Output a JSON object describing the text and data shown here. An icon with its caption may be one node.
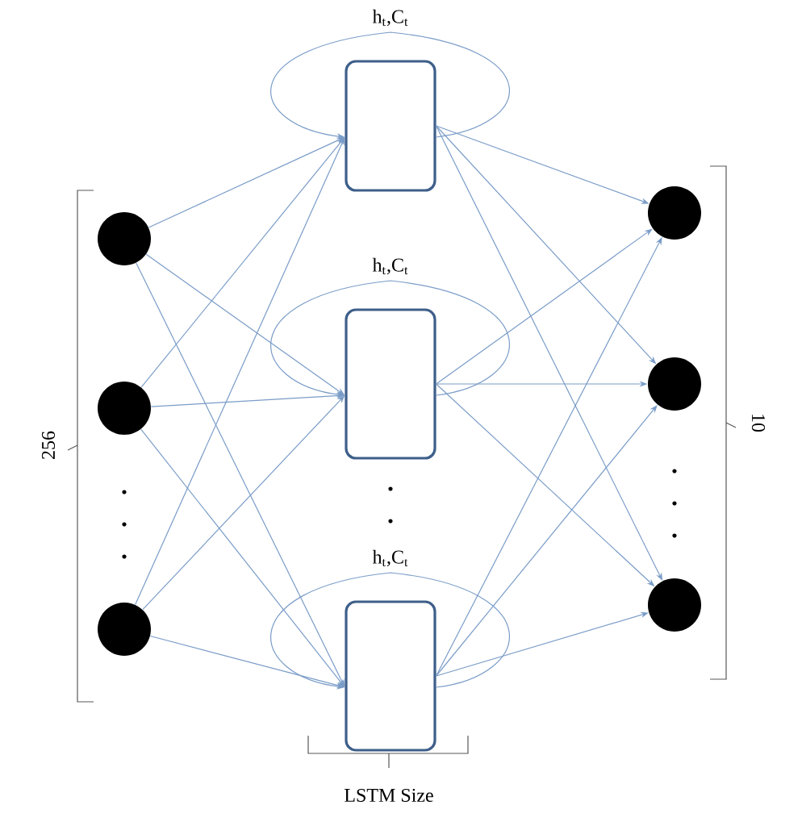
{
  "diagram": {
    "nodes": [
      {
        "text": [],
        "shape": "circle"
      },
      {
        "text": [],
        "shape": "circle"
      },
      {
        "text": [],
        "shape": "circle"
      },
      {
        "text": [],
        "shape": "box"
      },
      {
        "text": [],
        "shape": "box"
      },
      {
        "text": [],
        "shape": "box"
      },
      {
        "text": [],
        "shape": "circle"
      },
      {
        "text": [],
        "shape": "circle"
      },
      {
        "text": [],
        "shape": "circle"
      }
    ],
    "edges": [
      {
        "from": 0,
        "to": 3,
        "arrow": "to"
      },
      {
        "from": 0,
        "to": 4,
        "arrow": "to"
      },
      {
        "from": 0,
        "to": 5,
        "arrow": "to"
      },
      {
        "from": 1,
        "to": 3,
        "arrow": "to"
      },
      {
        "from": 1,
        "to": 4,
        "arrow": "to"
      },
      {
        "from": 1,
        "to": 5,
        "arrow": "to"
      },
      {
        "from": 2,
        "to": 3,
        "arrow": "to"
      },
      {
        "from": 2,
        "to": 4,
        "arrow": "to"
      },
      {
        "from": 2,
        "to": 5,
        "arrow": "to"
      },
      {
        "from": 3,
        "to": 3,
        "arrow": "to",
        "label": "h$_{t}$,C$_{t}$"
      },
      {
        "from": 4,
        "to": 4,
        "arrow": "to",
        "label": "h$_{t}$,C$_{t}$"
      },
      {
        "from": 5,
        "to": 5,
        "arrow": "to",
        "label": "h$_{t}$,C$_{t}$"
      },
      {
        "from": 3,
        "to": 6,
        "arrow": "to"
      },
      {
        "from": 3,
        "to": 7,
        "arrow": "to"
      },
      {
        "from": 3,
        "to": 8,
        "arrow": "to"
      },
      {
        "from": 4,
        "to": 6,
        "arrow": "to"
      },
      {
        "from": 4,
        "to": 7,
        "arrow": "to"
      },
      {
        "from": 4,
        "to": 8,
        "arrow": "to"
      },
      {
        "from": 5,
        "to": 6,
        "arrow": "to"
      },
      {
        "from": 5,
        "to": 7,
        "arrow": "to"
      },
      {
        "from": 5,
        "to": 8,
        "arrow": "to"
      }
    ],
    "labels": [
      "256",
      "10",
      "LSTM Size"
    ]
  }
}
